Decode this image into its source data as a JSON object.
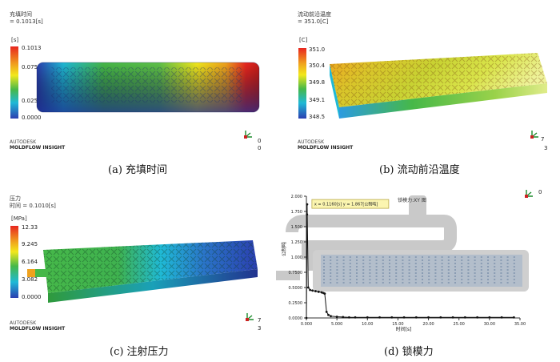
{
  "panels": [
    {
      "id": "a",
      "header_title": "充填时间",
      "header_value": "= 0.1013[s]",
      "unit": "[s]",
      "ticks": [
        "0.1013",
        "0.0759",
        "0.0253",
        "0.0000"
      ],
      "brand_line1": "AUTODESK",
      "brand_line2": "MOLDFLOW INSIGHT",
      "caption": "(a) 充填时间",
      "axis_numbers": [
        "0",
        "0"
      ]
    },
    {
      "id": "b",
      "header_title": "流动前沿温度",
      "header_value": "= 351.0[C]",
      "unit": "[C]",
      "ticks": [
        "351.0",
        "350.4",
        "349.8",
        "349.1",
        "348.5"
      ],
      "brand_line1": "AUTODESK",
      "brand_line2": "MOLDFLOW INSIGHT",
      "caption": "(b) 流动前沿温度",
      "axis_numbers": [
        "7",
        "3"
      ]
    },
    {
      "id": "c",
      "header_title": "压力",
      "header_value": "时间 = 0.1010[s]",
      "unit": "[MPa]",
      "ticks": [
        "12.33",
        "9.245",
        "6.164",
        "3.082",
        "0.0000"
      ],
      "brand_line1": "AUTODESK",
      "brand_line2": "MOLDFLOW INSIGHT",
      "caption": "(c) 注射压力",
      "axis_numbers": [
        "7",
        "3"
      ]
    },
    {
      "id": "d",
      "caption": "(d) 锁模力",
      "axis_numbers": [
        "0"
      ]
    }
  ],
  "chart_data": {
    "type": "line",
    "title": "锁模力:XY 图",
    "xlabel": "时间[s]",
    "ylabel": "公制吨",
    "xlim": [
      0,
      35
    ],
    "ylim": [
      0,
      2
    ],
    "x_ticks": [
      "0.000",
      "5.000",
      "10.00",
      "15.00",
      "20.00",
      "25.00",
      "30.00",
      "35.00"
    ],
    "y_ticks": [
      "0.0000",
      "0.2500",
      "0.5000",
      "0.7500",
      "1.000",
      "1.250",
      "1.500",
      "1.750",
      "2.000"
    ],
    "annotation": "x = 0.1160[s]  y = 1.867[公制吨]",
    "series": [
      {
        "x": [
          0.0,
          0.1,
          0.12,
          0.3,
          0.6,
          1.0,
          1.5,
          2.0,
          2.5,
          2.8,
          3.0,
          3.3,
          3.6,
          4.0,
          5.0,
          6.0,
          7.0,
          8.0,
          10.0,
          12.0,
          14.0,
          16.0,
          18.0,
          20.0,
          22.0,
          24.0,
          26.0,
          28.0,
          30.0,
          32.0,
          34.0
        ],
        "y": [
          0.0,
          1.7,
          1.867,
          0.5,
          0.46,
          0.45,
          0.44,
          0.43,
          0.42,
          0.41,
          0.4,
          0.1,
          0.05,
          0.03,
          0.02,
          0.015,
          0.01,
          0.01,
          0.01,
          0.01,
          0.01,
          0.01,
          0.01,
          0.01,
          0.01,
          0.01,
          0.01,
          0.01,
          0.01,
          0.01,
          0.01
        ]
      }
    ]
  },
  "colors": {
    "red": "#e8261f",
    "orange": "#f0a21e",
    "yellow": "#f2e81c",
    "green": "#46b849",
    "cyan": "#1fb9d6",
    "blue": "#2b3fb0",
    "highlight": "#fbf5b0"
  }
}
